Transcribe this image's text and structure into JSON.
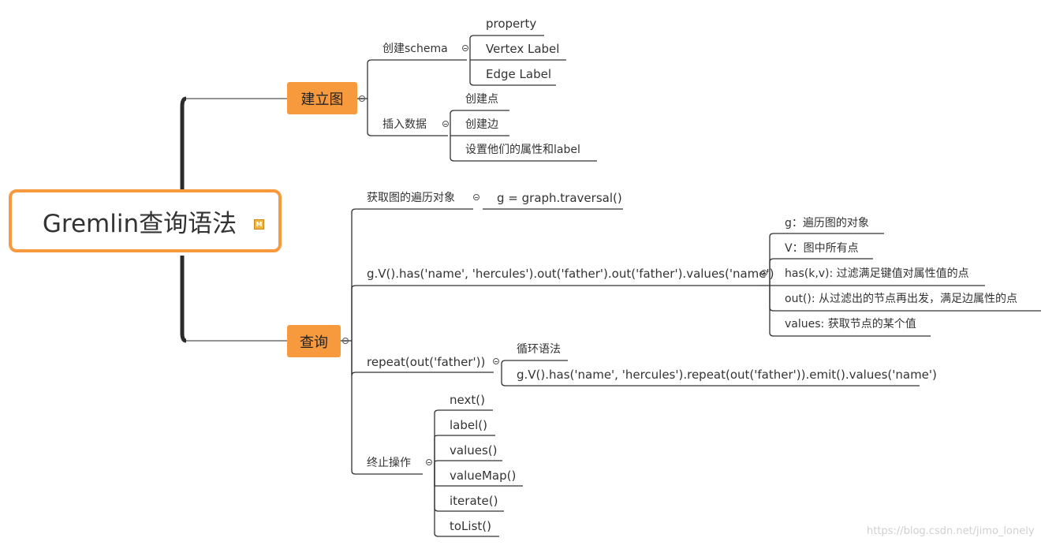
{
  "root": {
    "label": "Gremlin查询语法",
    "badge": "M"
  },
  "branches": {
    "build": {
      "label": "建立图",
      "schema": {
        "label": "创建schema",
        "items": [
          "property",
          "Vertex Label",
          "Edge Label"
        ]
      },
      "insert": {
        "label": "插入数据",
        "items": [
          "创建点",
          "创建边",
          "设置他们的属性和label"
        ]
      }
    },
    "query": {
      "label": "查询",
      "traversal": {
        "label": "获取图的遍历对象",
        "child": "g = graph.traversal()"
      },
      "example": {
        "label": "g.V().has('name', 'hercules').out('father').out('father').values('name')",
        "items": [
          "g：遍历图的对象",
          "V：图中所有点",
          "has(k,v): 过滤满足键值对属性值的点",
          "out(): 从过滤出的节点再出发，满足边属性的点",
          "values: 获取节点的某个值"
        ]
      },
      "repeat": {
        "label": "repeat(out('father'))",
        "items": [
          "循环语法",
          "g.V().has('name', 'hercules').repeat(out('father')).emit().values('name')"
        ]
      },
      "terminal": {
        "label": "终止操作",
        "items": [
          "next()",
          "label()",
          "values()",
          "valueMap()",
          "iterate()",
          "toList()"
        ]
      }
    }
  },
  "watermark": "https://blog.csdn.net/jimo_lonely"
}
